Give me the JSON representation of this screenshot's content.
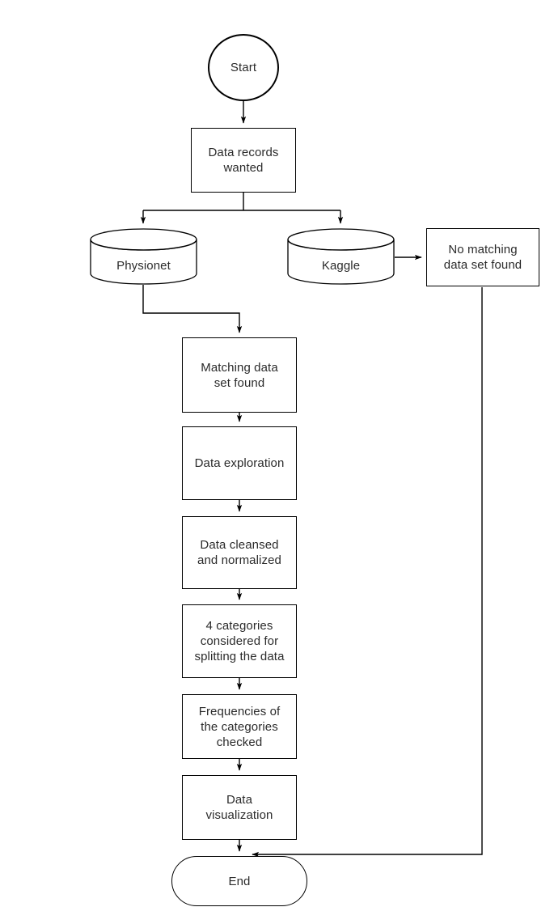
{
  "diagram": {
    "title": "Data sourcing and preparation flowchart",
    "type": "flowchart",
    "background_color": "#ffffff",
    "stroke_color": "#000000",
    "text_color": "#2b2b2b"
  },
  "nodes": {
    "start": {
      "label": "Start",
      "shape": "circle"
    },
    "data_records_wanted": {
      "label": "Data records\nwanted",
      "shape": "process"
    },
    "physionet": {
      "label": "Physionet",
      "shape": "database"
    },
    "kaggle": {
      "label": "Kaggle",
      "shape": "database"
    },
    "no_matching": {
      "label": "No matching\ndata set found",
      "shape": "process"
    },
    "matching_found": {
      "label": "Matching data\nset found",
      "shape": "process"
    },
    "data_exploration": {
      "label": "Data exploration",
      "shape": "process"
    },
    "data_cleansed": {
      "label": "Data cleansed\nand normalized",
      "shape": "process"
    },
    "categories_considered": {
      "label": "4 categories\nconsidered for\nsplitting the data",
      "shape": "process"
    },
    "frequencies_checked": {
      "label": "Frequencies of\nthe categories\nchecked",
      "shape": "process"
    },
    "data_visualization": {
      "label": "Data\nvisualization",
      "shape": "process"
    },
    "end": {
      "label": "End",
      "shape": "pill"
    }
  },
  "edges": [
    {
      "name": "start-to-data-records",
      "from": "start",
      "to": "data_records_wanted"
    },
    {
      "name": "data-records-to-physionet",
      "from": "data_records_wanted",
      "to": "physionet"
    },
    {
      "name": "data-records-to-kaggle",
      "from": "data_records_wanted",
      "to": "kaggle"
    },
    {
      "name": "kaggle-to-no-matching",
      "from": "kaggle",
      "to": "no_matching"
    },
    {
      "name": "physionet-to-matching-found",
      "from": "physionet",
      "to": "matching_found"
    },
    {
      "name": "matching-found-to-data-exploration",
      "from": "matching_found",
      "to": "data_exploration"
    },
    {
      "name": "data-exploration-to-data-cleansed",
      "from": "data_exploration",
      "to": "data_cleansed"
    },
    {
      "name": "data-cleansed-to-categories",
      "from": "data_cleansed",
      "to": "categories_considered"
    },
    {
      "name": "categories-to-frequencies",
      "from": "categories_considered",
      "to": "frequencies_checked"
    },
    {
      "name": "frequencies-to-visualization",
      "from": "frequencies_checked",
      "to": "data_visualization"
    },
    {
      "name": "visualization-to-end",
      "from": "data_visualization",
      "to": "end"
    },
    {
      "name": "no-matching-to-end",
      "from": "no_matching",
      "to": "end"
    }
  ]
}
